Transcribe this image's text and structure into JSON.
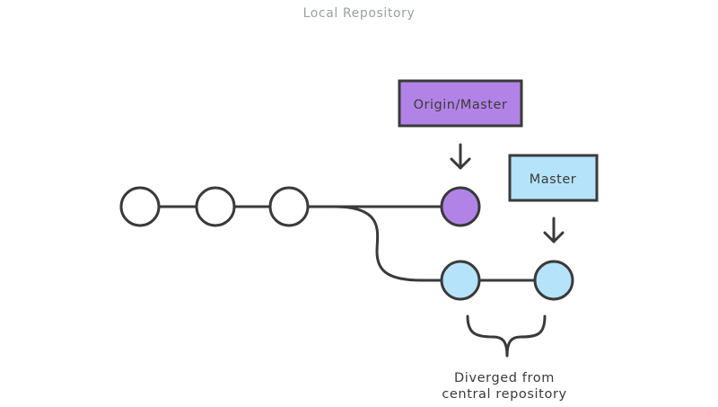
{
  "caption": "Local Repository",
  "labels": {
    "origin_master": "Origin/Master",
    "master": "Master"
  },
  "note": {
    "line1": "Diverged from",
    "line2": "central repository"
  },
  "colors": {
    "stroke": "#3a3a3a",
    "commit_default": "#ffffff",
    "origin_commit": "#b283e6",
    "local_commit": "#b5e3fa",
    "origin_label_bg": "#b283e6",
    "master_label_bg": "#b5e3fa",
    "caption_text": "#9aa0a6"
  }
}
